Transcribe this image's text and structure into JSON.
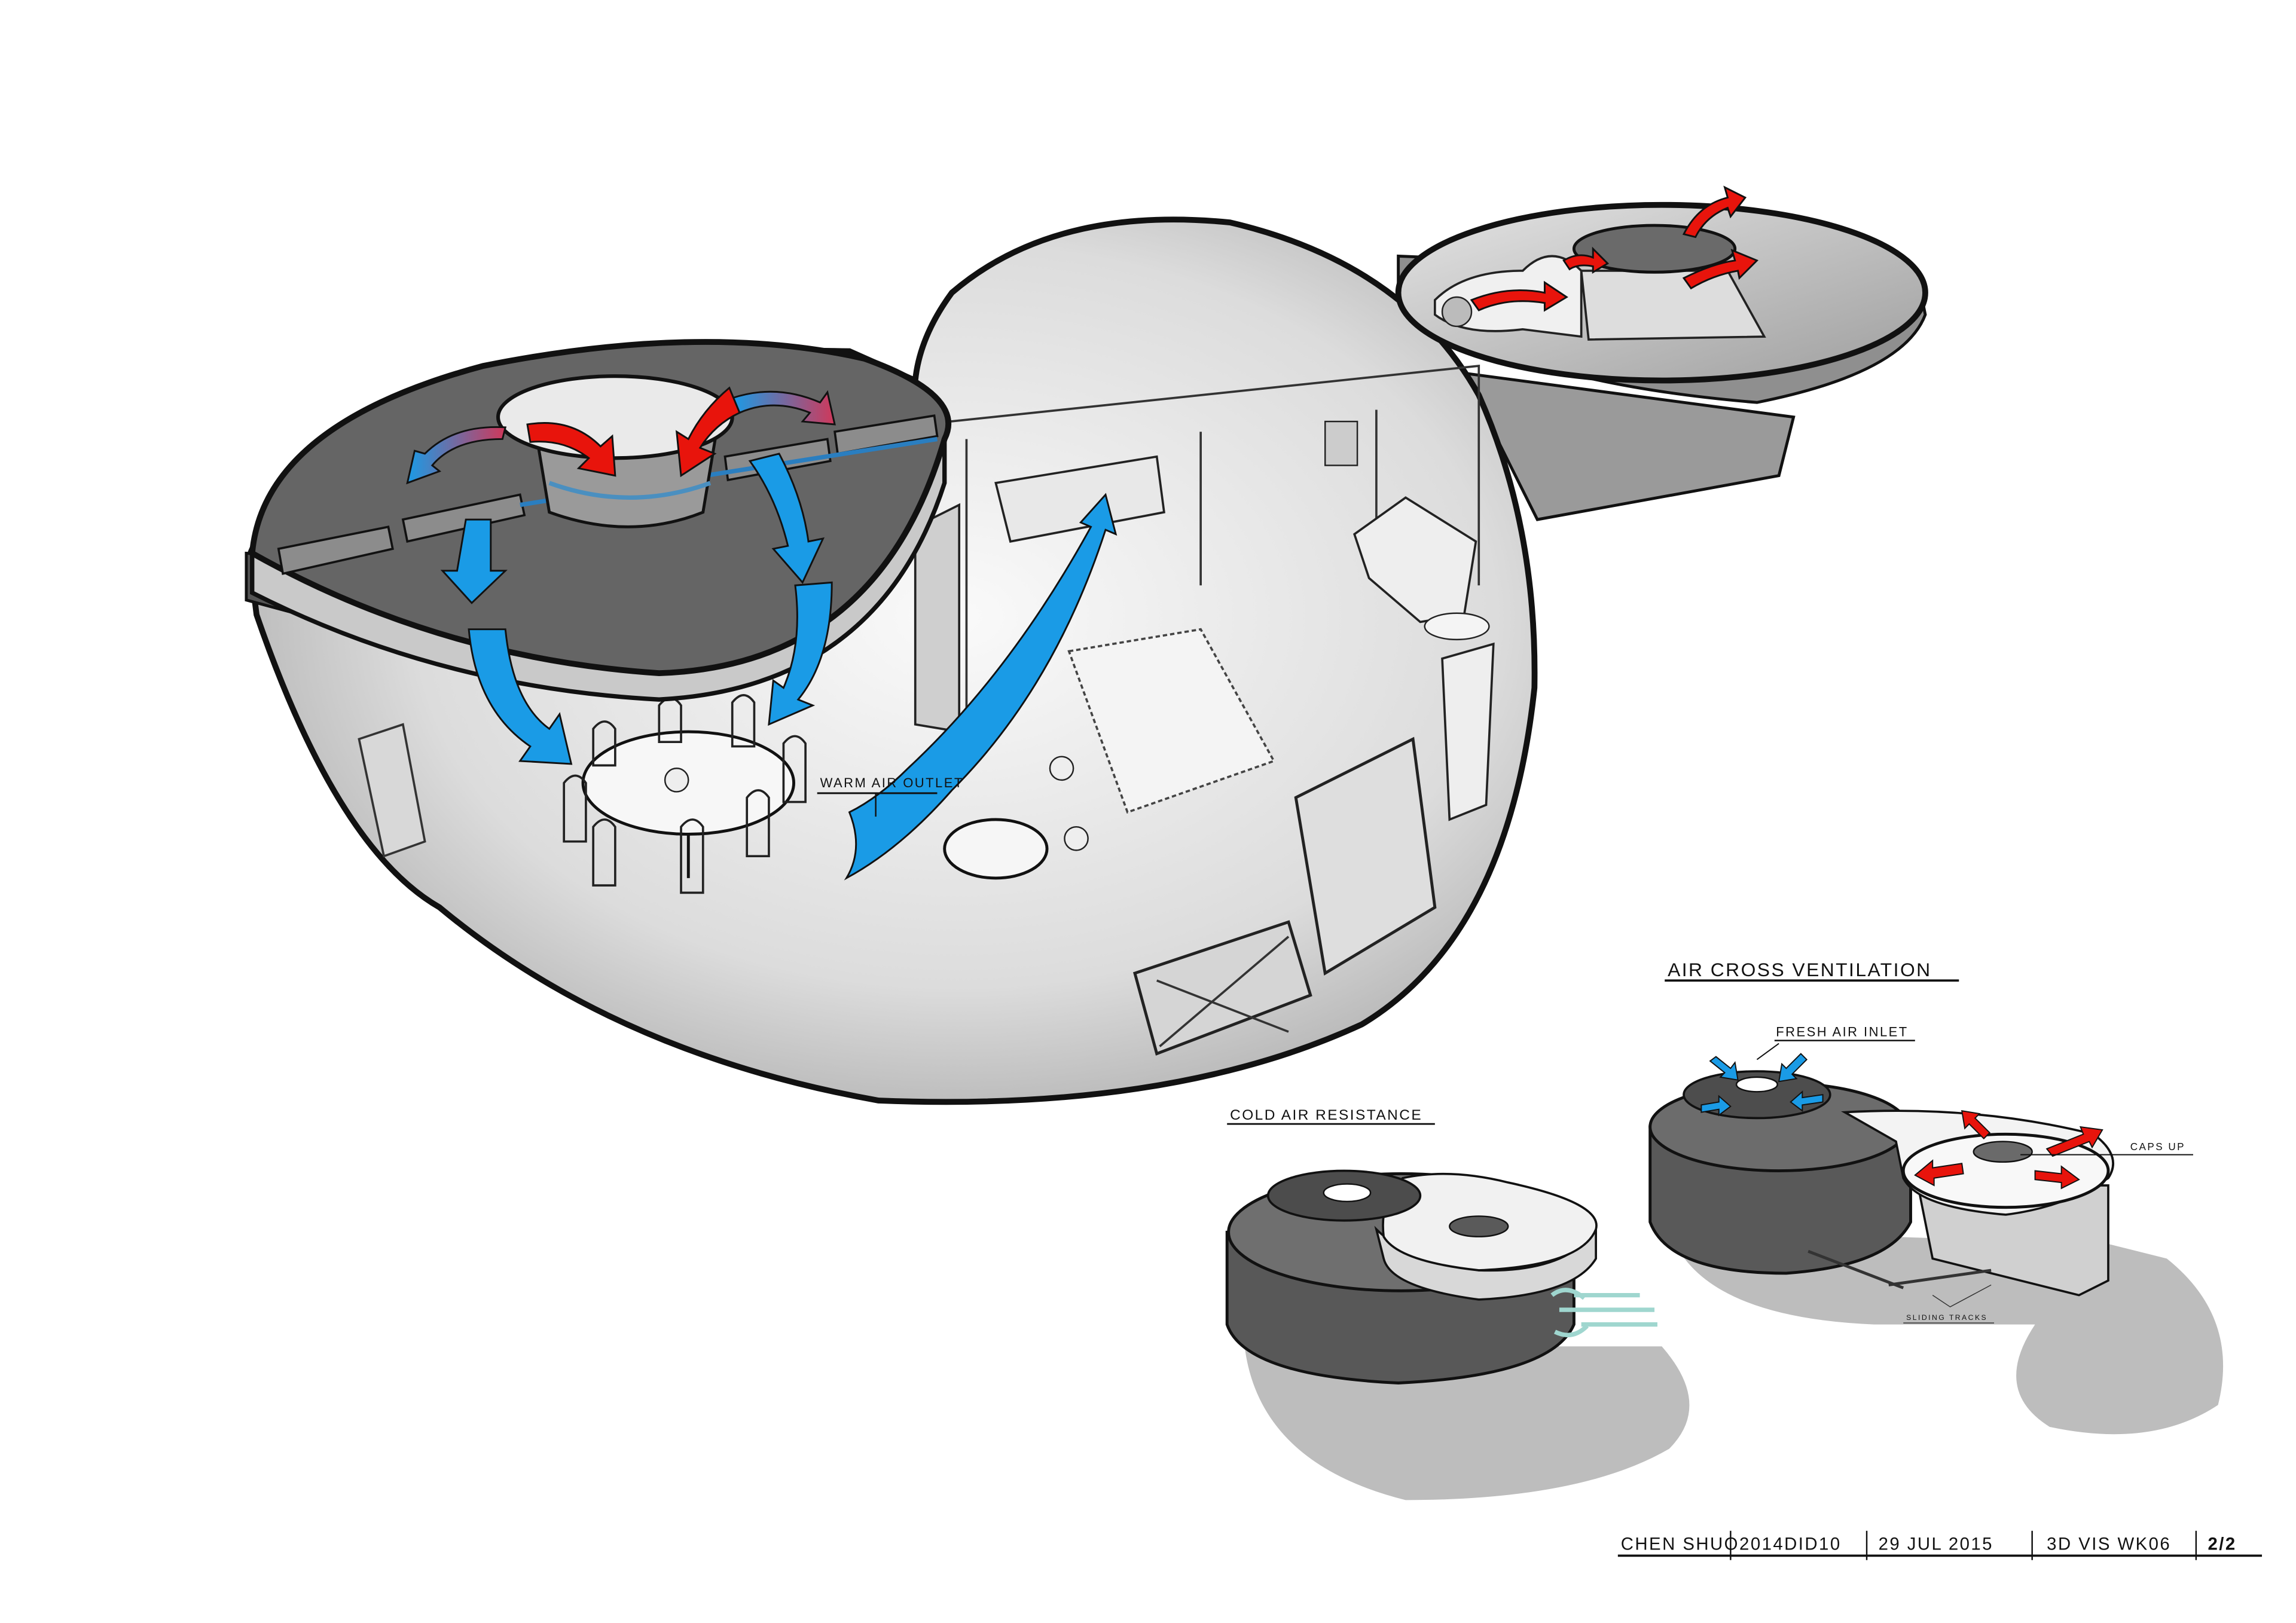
{
  "labels": {
    "warm_air_outlet": "WARM AIR OUTLET",
    "cold_air_resistance": "COLD AIR RESISTANCE",
    "air_cross_ventilation": "AIR CROSS VENTILATION",
    "fresh_air_inlet": "FRESH AIR INLET",
    "caps_up": "CAPS UP",
    "sliding_tracks": "SLIDING TRACKS"
  },
  "footer": {
    "author": "CHEN SHUO",
    "student_id": "2014DID10",
    "date": "29 JUL 2015",
    "course": "3D VIS WK06",
    "page": "2/2"
  },
  "colors": {
    "warm_air": "#e8140c",
    "cool_air": "#1a9be6",
    "wind": "#9fd6cf",
    "roof_dark": "#626262",
    "body": "#e2e2e2",
    "shadow": "#bdbdbd"
  }
}
